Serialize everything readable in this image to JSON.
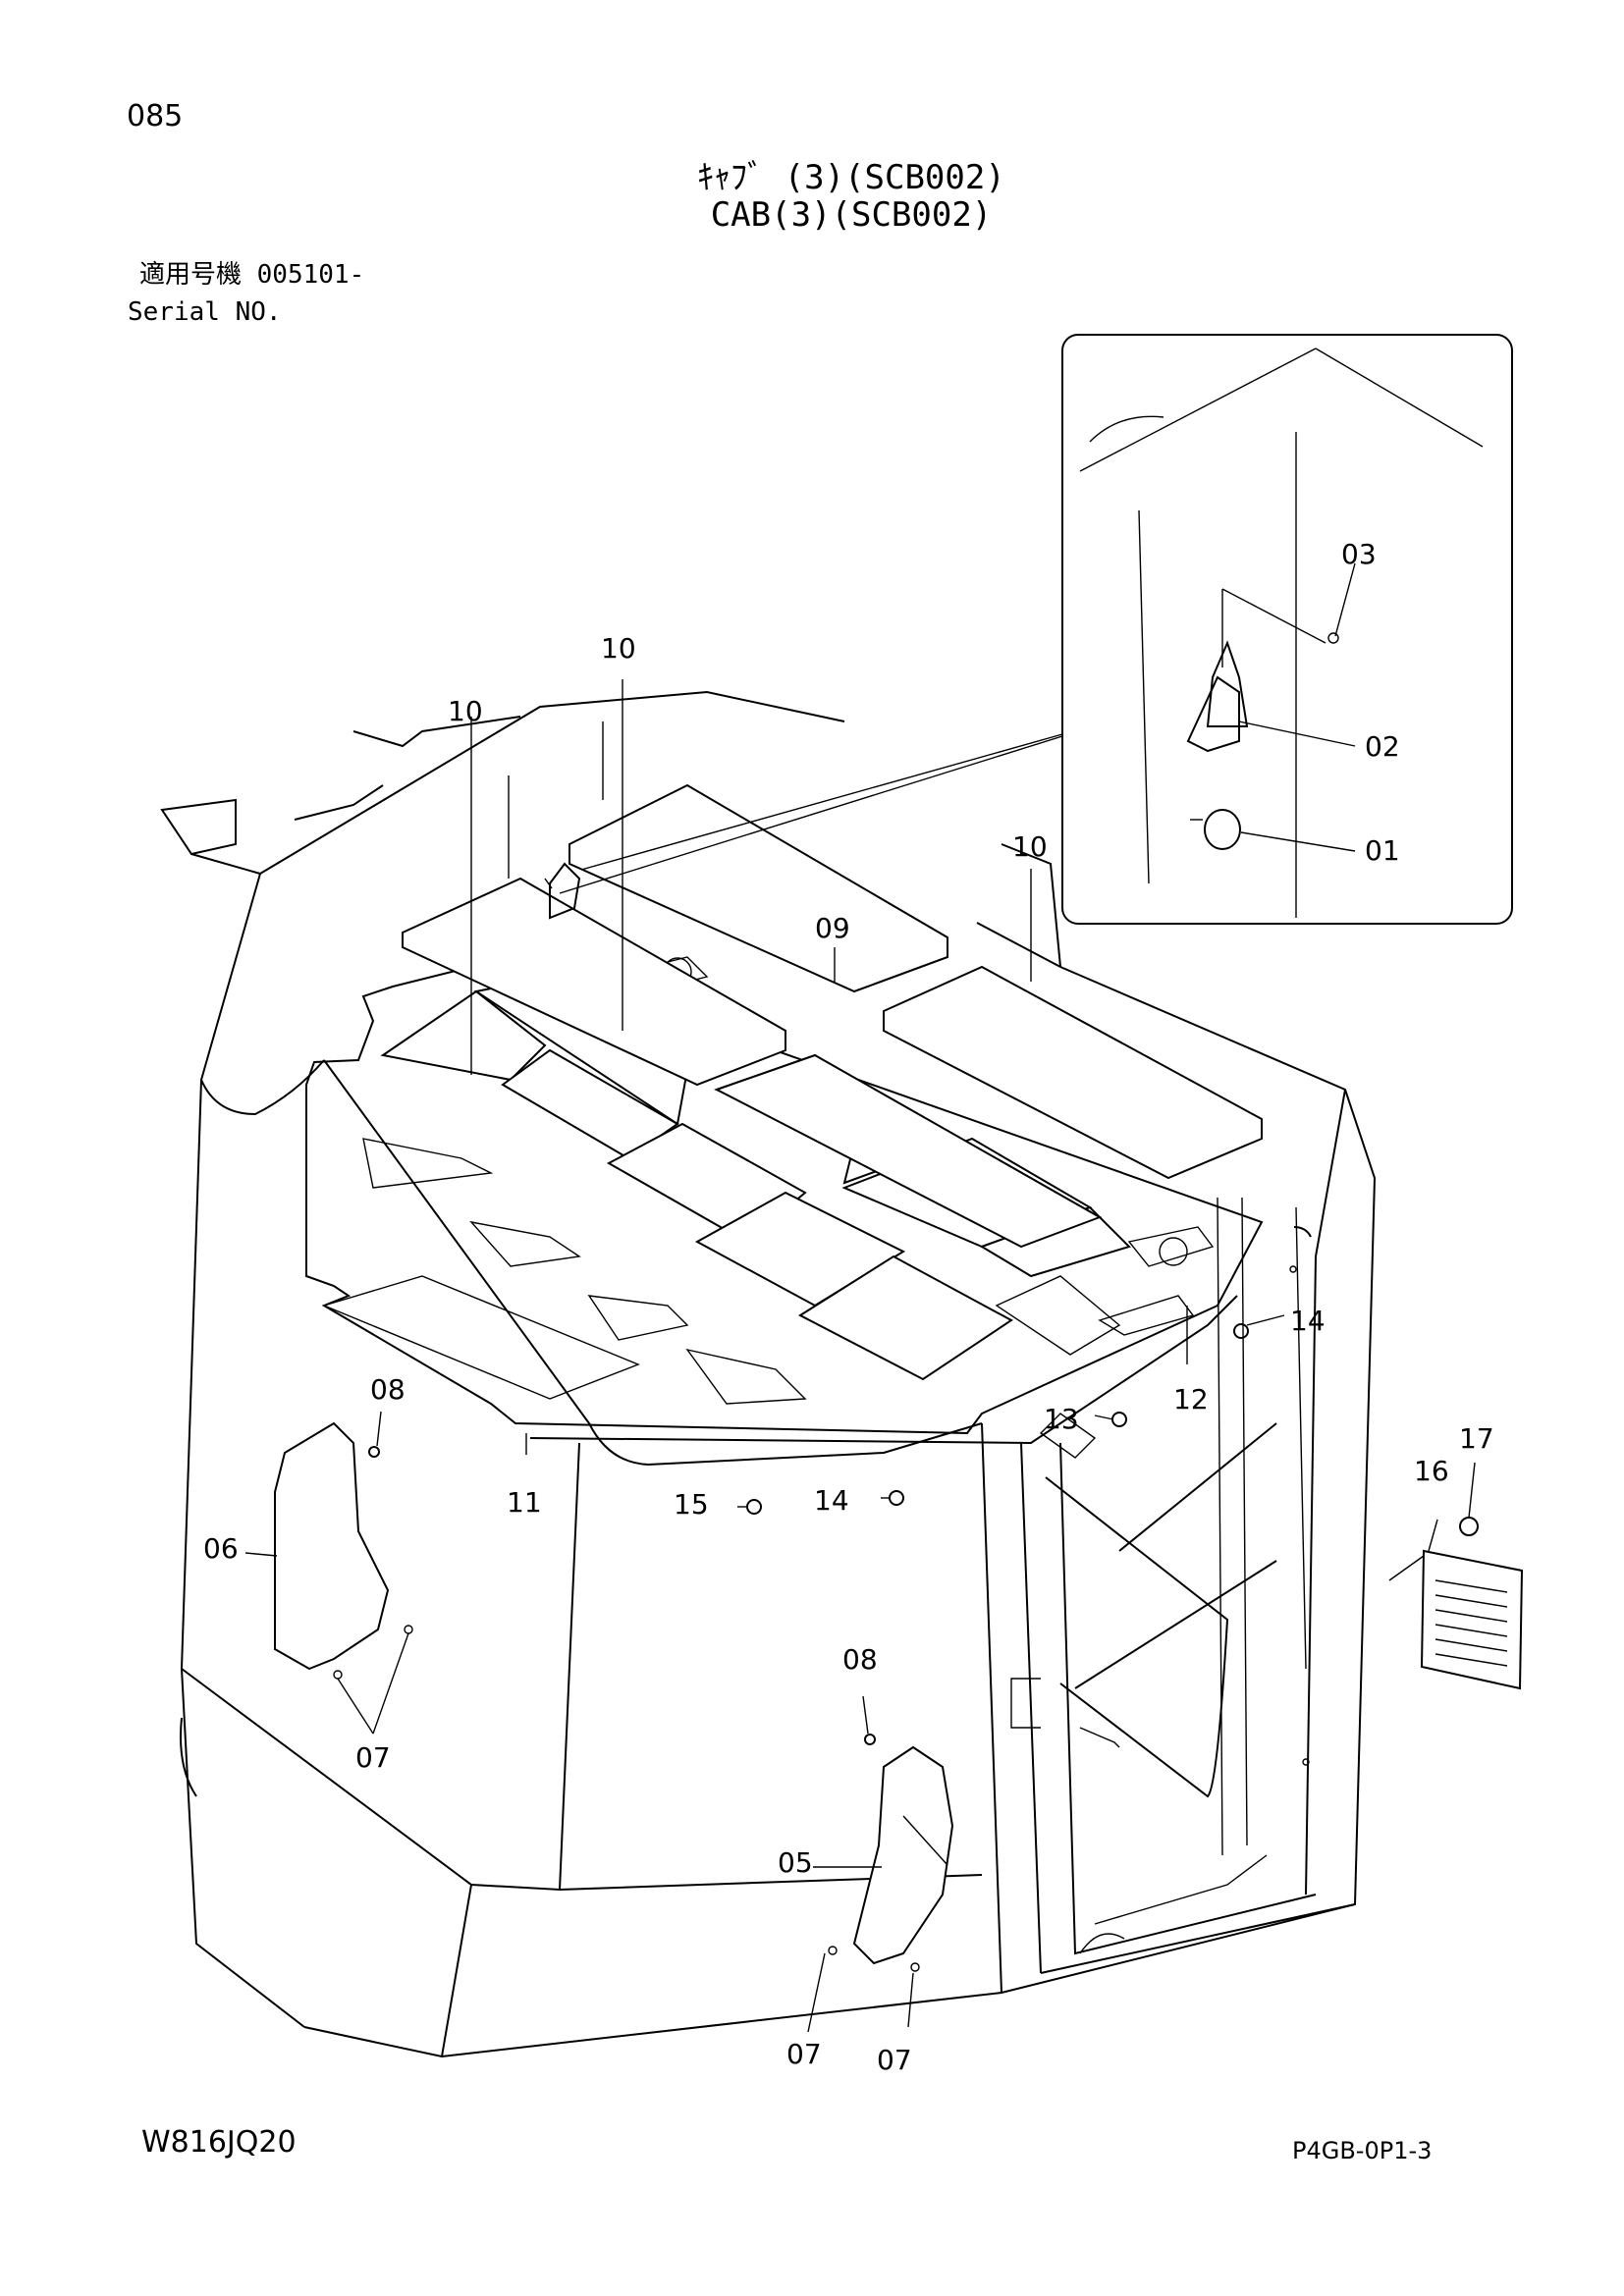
{
  "header": {
    "page_number": "085",
    "title_jp": "ｷｬﾌﾞ (3)(SCB002)",
    "title_en": "CAB(3)(SCB002)",
    "serial_label_jp": "適用号機 005101-",
    "serial_label_en": "Serial NO."
  },
  "footer": {
    "drawing_code": "W816JQ20",
    "sheet_code": "P4GB-0P1-3"
  },
  "callouts": {
    "c01": "01",
    "c02": "02",
    "c03": "03",
    "c05": "05",
    "c06": "06",
    "c07a": "07",
    "c07b": "07",
    "c07c": "07",
    "c08a": "08",
    "c08b": "08",
    "c09": "09",
    "c10a": "10",
    "c10b": "10",
    "c10c": "10",
    "c11": "11",
    "c12": "12",
    "c13": "13",
    "c14a": "14",
    "c14b": "14",
    "c15": "15",
    "c16": "16",
    "c17": "17"
  }
}
